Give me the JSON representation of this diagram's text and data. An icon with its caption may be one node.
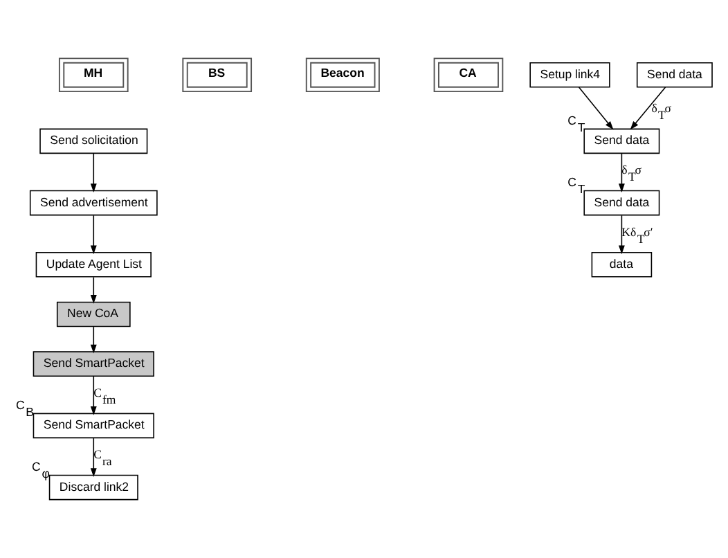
{
  "diagram": {
    "nodes": [
      {
        "text": [
          "MH"
        ]
      },
      {
        "text": [
          "BS"
        ]
      },
      {
        "text": [
          "Beacon"
        ]
      },
      {
        "text": [
          "CA"
        ]
      },
      {
        "text": [
          "Send solicitation"
        ]
      },
      {
        "text": [
          "Send advertisement"
        ]
      },
      {
        "text": [
          "Update Agent List"
        ]
      },
      {
        "text": [
          "New CoA"
        ]
      },
      {
        "text": [
          "Send SmartPacket"
        ]
      },
      {
        "text": [
          "Send SmartPacket"
        ],
        "beside": [
          "C$_{B}$"
        ]
      },
      {
        "text": [
          "Discard link2"
        ],
        "beside": [
          "C$_{φ}$"
        ]
      },
      {
        "text": [
          "Setup link4"
        ]
      },
      {
        "text": [
          "Send data"
        ]
      },
      {
        "text": [
          "Send data"
        ],
        "beside": [
          "C$_{T}$"
        ]
      },
      {
        "text": [
          "Send data"
        ],
        "beside": [
          "C$_{T}$"
        ]
      },
      {
        "text": [
          "data"
        ]
      }
    ],
    "edges": [
      {
        "from": 4,
        "to": 5,
        "arrow": "to"
      },
      {
        "from": 5,
        "to": 6,
        "arrow": "to"
      },
      {
        "from": 6,
        "to": 7,
        "arrow": "to"
      },
      {
        "from": 7,
        "to": 8,
        "arrow": "to"
      },
      {
        "from": 8,
        "to": 9,
        "arrow": "to",
        "label": "C$_{fm}$"
      },
      {
        "from": 9,
        "to": 10,
        "arrow": "to",
        "label": "C$_{ra}$"
      },
      {
        "from": 11,
        "to": 13,
        "arrow": "to"
      },
      {
        "from": 12,
        "to": 13,
        "arrow": "to",
        "label": "δ$_{T}$σ"
      },
      {
        "from": 13,
        "to": 14,
        "arrow": "to",
        "label": "δ$_{T}$σ"
      },
      {
        "from": 14,
        "to": 15,
        "arrow": "to",
        "label": "Kδ$_{T}$σ′"
      }
    ]
  }
}
